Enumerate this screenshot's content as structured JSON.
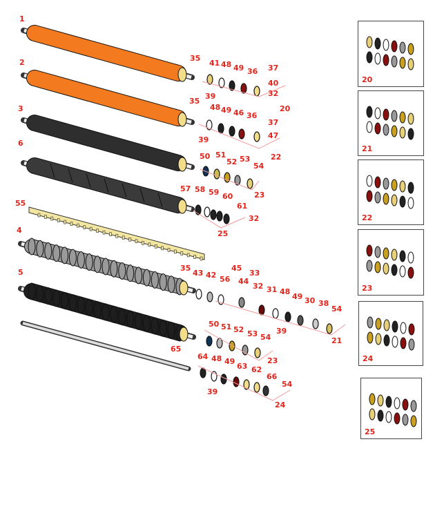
{
  "colors": {
    "label": "#e0261c",
    "orange": "#f47a20",
    "dark": "#2e2e2e",
    "bar": "#f3e6a0",
    "leader": "#f29a9a"
  },
  "callouts": [
    "1",
    "35",
    "41",
    "48",
    "49",
    "36",
    "37",
    "40",
    "32",
    "39",
    "20",
    "2",
    "35",
    "48",
    "49",
    "46",
    "36",
    "37",
    "47",
    "39",
    "22",
    "3",
    "50",
    "51",
    "52",
    "53",
    "54",
    "23",
    "6",
    "57",
    "58",
    "59",
    "60",
    "61",
    "32",
    "25",
    "55",
    "4",
    "5",
    "65",
    "35",
    "43",
    "42",
    "56",
    "45",
    "44",
    "33",
    "32",
    "31",
    "48",
    "49",
    "30",
    "38",
    "54",
    "39",
    "21",
    "50",
    "51",
    "52",
    "53",
    "54",
    "23",
    "64",
    "48",
    "49",
    "63",
    "62",
    "66",
    "54",
    "39",
    "24"
  ],
  "thumbnails": [
    "20",
    "21",
    "22",
    "23",
    "24",
    "25"
  ]
}
